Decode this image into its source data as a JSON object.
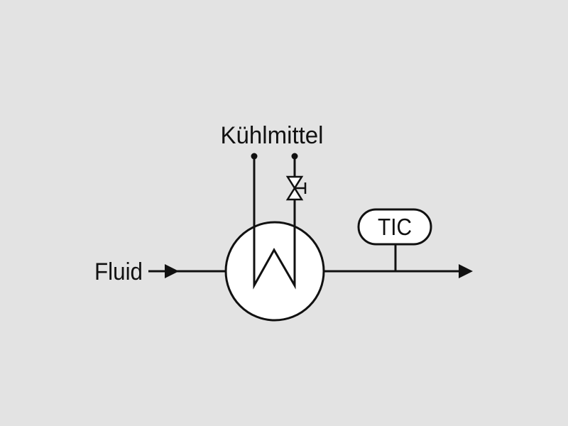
{
  "labels": {
    "coolant": "Kühlmittel",
    "fluid": "Fluid",
    "controller": "TIC"
  },
  "colors": {
    "background": "#e3e3e3",
    "line": "#111111",
    "fill": "#ffffff"
  }
}
